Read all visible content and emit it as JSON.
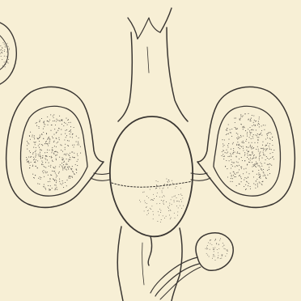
{
  "figure": {
    "background": "#f7efd5",
    "ink": "#3a3632",
    "stipple": "#5b5650",
    "parts": [
      "central-duct",
      "egg-shaped-central-body",
      "left-stippled-lobe",
      "right-stippled-lobe",
      "partial-round-structure-upper-left",
      "small-bulb-with-stalk-lower-right",
      "lower-tail-filament"
    ]
  }
}
